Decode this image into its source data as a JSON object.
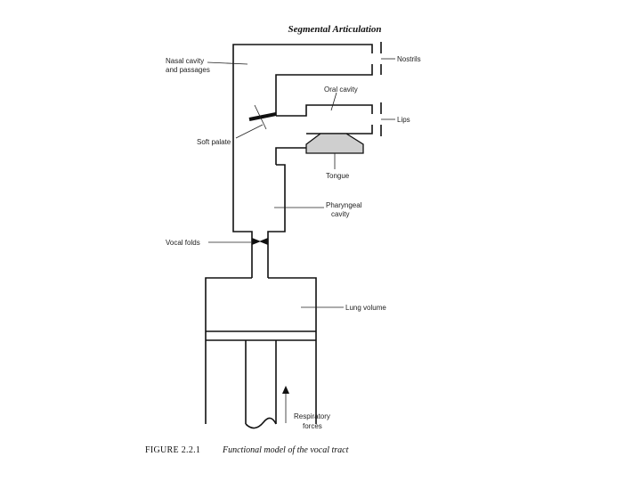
{
  "header": {
    "title": "Segmental Articulation"
  },
  "labels": {
    "nasal_line1": "Nasal cavity",
    "nasal_line2": "and passages",
    "nostrils": "Nostrils",
    "oral_cavity": "Oral cavity",
    "lips": "Lips",
    "soft_palate": "Soft palate",
    "tongue": "Tongue",
    "pharyngeal_line1": "Pharyngeal",
    "pharyngeal_line2": "cavity",
    "vocal_folds": "Vocal folds",
    "lung_volume": "Lung volume",
    "respiratory_line1": "Respiratory",
    "respiratory_line2": "forces"
  },
  "caption": {
    "number": "FIGURE 2.2.1",
    "text": "Functional model of the vocal tract"
  }
}
